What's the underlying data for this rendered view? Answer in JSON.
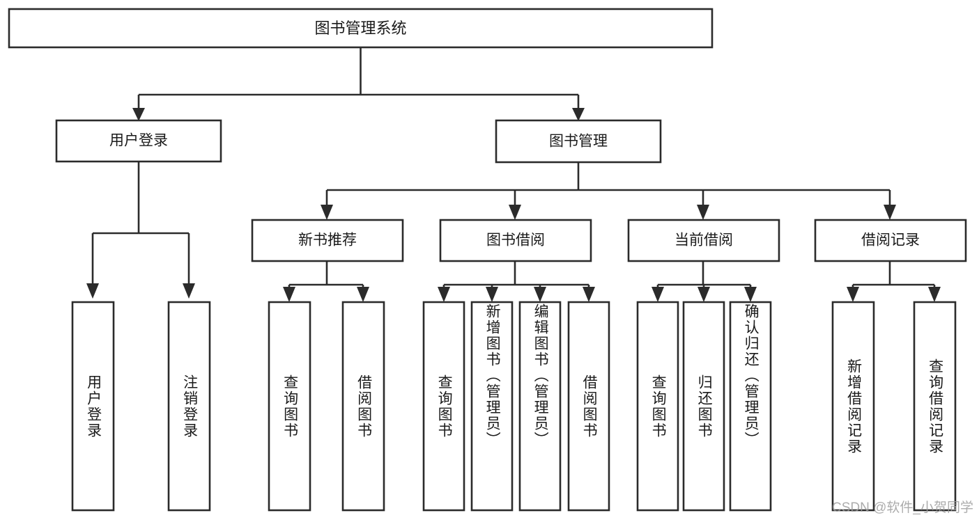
{
  "diagram": {
    "type": "tree",
    "title": "图书管理系统",
    "watermark": "CSDN @软件_小贺同学",
    "colors": {
      "box_stroke": "#2b2b2b",
      "box_fill": "#ffffff",
      "text": "#1a1a1a",
      "watermark": "#9e9e9e",
      "background": "#ffffff"
    },
    "root": {
      "label": "图书管理系统"
    },
    "level2": [
      {
        "label": "用户登录"
      },
      {
        "label": "图书管理"
      }
    ],
    "level3": [
      {
        "label": "新书推荐"
      },
      {
        "label": "图书借阅"
      },
      {
        "label": "当前借阅"
      },
      {
        "label": "借阅记录"
      }
    ],
    "leaves": {
      "user_login": [
        {
          "label": "用户登录"
        },
        {
          "label": "注销登录"
        }
      ],
      "new_book_recommend": [
        {
          "label": "查询图书"
        },
        {
          "label": "借阅图书"
        }
      ],
      "book_borrow": [
        {
          "label": "查询图书"
        },
        {
          "label": "新增图书（管理员）"
        },
        {
          "label": "编辑图书（管理员）"
        },
        {
          "label": "借阅图书"
        }
      ],
      "current_borrow": [
        {
          "label": "查询图书"
        },
        {
          "label": "归还图书"
        },
        {
          "label": "确认归还（管理员）"
        }
      ],
      "borrow_record": [
        {
          "label": "新增借阅记录"
        },
        {
          "label": "查询借阅记录"
        }
      ]
    }
  }
}
